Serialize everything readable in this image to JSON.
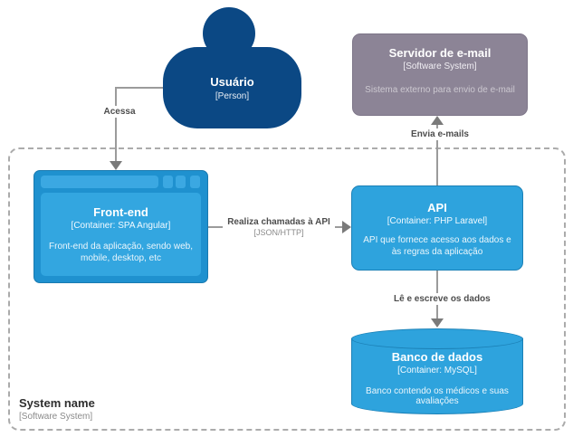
{
  "boundary": {
    "name": "System name",
    "type": "[Software System]"
  },
  "nodes": {
    "person": {
      "name": "Usuário",
      "type": "[Person]"
    },
    "email_server": {
      "name": "Servidor de e-mail",
      "type": "[Software System]",
      "description": "Sistema externo para envio de e-mail"
    },
    "frontend": {
      "name": "Front-end",
      "type": "[Container: SPA Angular]",
      "description": "Front-end da aplicação, sendo web, mobile, desktop, etc"
    },
    "api": {
      "name": "API",
      "type": "[Container: PHP Laravel]",
      "description": "API que fornece acesso aos dados e às regras da aplicação"
    },
    "database": {
      "name": "Banco de dados",
      "type": "[Container: MySQL]",
      "description": "Banco contendo os médicos e suas avaliações"
    }
  },
  "relationships": {
    "user_frontend": {
      "label": "Acessa"
    },
    "frontend_api": {
      "label": "Realiza chamadas à API",
      "technology": "[JSON/HTTP]"
    },
    "api_email": {
      "label": "Envia e-mails"
    },
    "api_database": {
      "label": "Lê e escreve os dados"
    }
  },
  "colors": {
    "person_fill": "#0b4884",
    "container_fill": "#2ea3dd",
    "container_border": "#1b80b6",
    "browser_frame_fill": "#1f91cf",
    "external_system_fill": "#8c8496",
    "relationship_line": "#9b9b9b",
    "background": "#ffffff"
  }
}
